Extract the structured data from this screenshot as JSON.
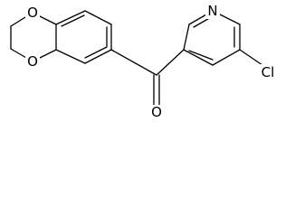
{
  "atoms": {
    "o_top": "O",
    "o_bottom": "O",
    "n_ring": "N",
    "cl": "Cl",
    "o_carbonyl": "O"
  }
}
